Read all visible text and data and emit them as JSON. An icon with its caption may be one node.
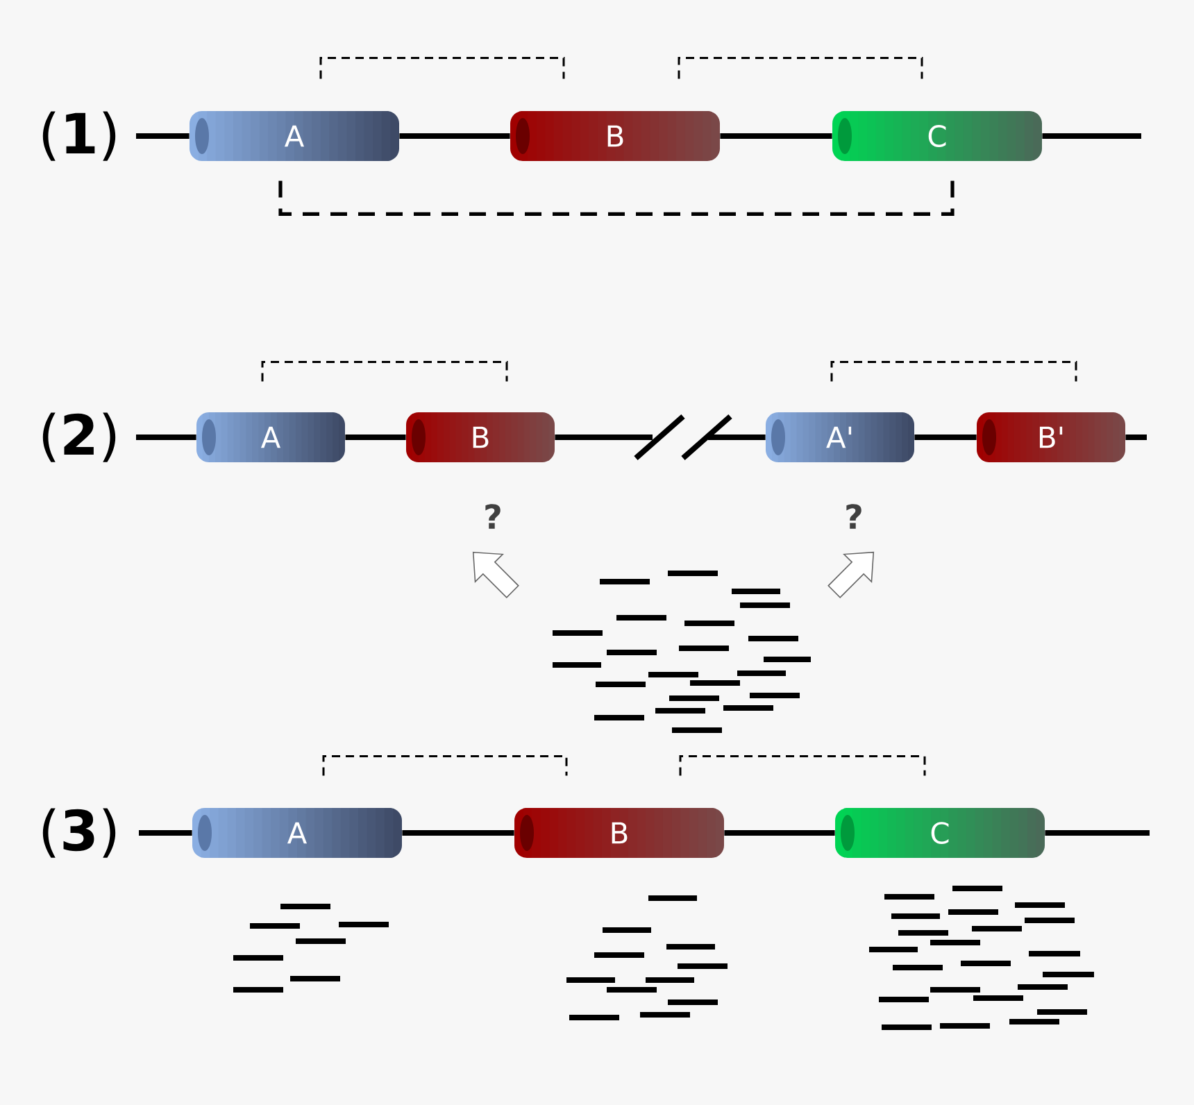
{
  "diagram": {
    "nodes": [
      {
        "text": [
          "A"
        ]
      },
      {
        "text": [
          "B"
        ]
      },
      {
        "text": [
          "C"
        ]
      },
      {
        "text": [
          "A"
        ]
      },
      {
        "text": [
          "B"
        ]
      },
      {
        "text": [
          "A'"
        ]
      },
      {
        "text": [
          "B'"
        ]
      },
      {
        "text": [
          "A"
        ]
      },
      {
        "text": [
          "B"
        ]
      },
      {
        "text": [
          "C"
        ]
      }
    ],
    "edges": [
      {
        "from": null,
        "to": 0,
        "arrow": "none"
      },
      {
        "from": 0,
        "to": 1,
        "arrow": "none"
      },
      {
        "from": 1,
        "to": 2,
        "arrow": "none"
      },
      {
        "from": 2,
        "to": null,
        "arrow": "none"
      },
      {
        "from": 0,
        "to": 1,
        "arrow": "none",
        "style": "dashed"
      },
      {
        "from": 1,
        "to": 2,
        "arrow": "none",
        "style": "dashed"
      },
      {
        "from": 0,
        "to": 2,
        "arrow": "none",
        "style": "dashed"
      },
      {
        "from": null,
        "to": 3,
        "arrow": "none"
      },
      {
        "from": 3,
        "to": 4,
        "arrow": "none"
      },
      {
        "from": 4,
        "to": 5,
        "arrow": "none"
      },
      {
        "from": 5,
        "to": 6,
        "arrow": "none"
      },
      {
        "from": 6,
        "to": null,
        "arrow": "none"
      },
      {
        "from": 3,
        "to": 4,
        "arrow": "none",
        "style": "dashed"
      },
      {
        "from": 5,
        "to": 6,
        "arrow": "none",
        "style": "dashed"
      },
      {
        "from": null,
        "to": 7,
        "arrow": "none"
      },
      {
        "from": 7,
        "to": 8,
        "arrow": "none"
      },
      {
        "from": 8,
        "to": 9,
        "arrow": "none"
      },
      {
        "from": 9,
        "to": null,
        "arrow": "none"
      },
      {
        "from": 7,
        "to": 8,
        "arrow": "none",
        "style": "dashed"
      },
      {
        "from": 8,
        "to": 9,
        "arrow": "none",
        "style": "dashed"
      }
    ],
    "labels": [
      "(**1**)",
      "(**2**)",
      "(**3**)",
      "?",
      "?"
    ]
  }
}
